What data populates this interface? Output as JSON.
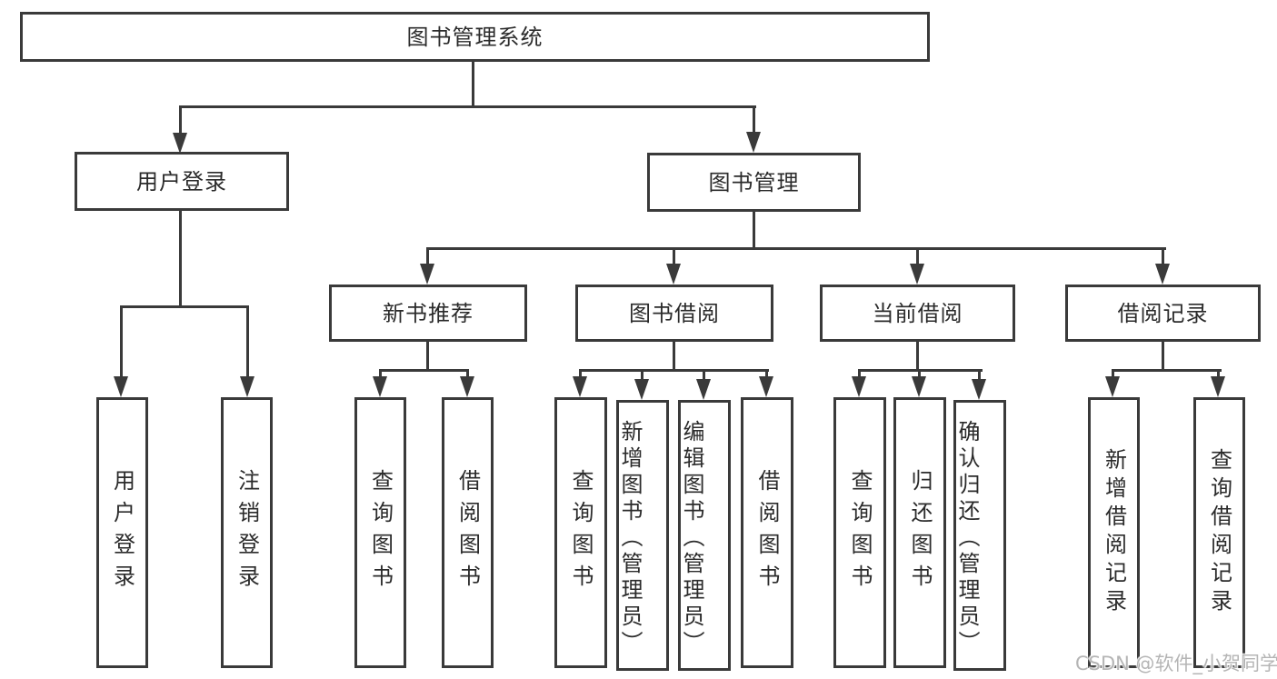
{
  "title": {
    "label": "图书管理系统"
  },
  "nodes": {
    "login": {
      "label": "用户登录"
    },
    "mgmt": {
      "label": "图书管理"
    },
    "newbook": {
      "label": "新书推荐"
    },
    "borrowing": {
      "label": "图书借阅"
    },
    "current": {
      "label": "当前借阅"
    },
    "records": {
      "label": "借阅记录"
    }
  },
  "leaves": {
    "login": [
      "用户登录",
      "注销登录"
    ],
    "newbook": [
      "查询图书",
      "借阅图书"
    ],
    "borrowing": [
      "查询图书",
      "新增图书（管理员）",
      "编辑图书（管理员）",
      "借阅图书"
    ],
    "current": [
      "查询图书",
      "归还图书",
      "确认归还（管理员）"
    ],
    "records": [
      "新增借阅记录",
      "查询借阅记录"
    ]
  },
  "watermark": {
    "text": "CSDN @软件_小贺同学"
  },
  "colors": {
    "line": "#3a3a3a",
    "text": "#2b2b2b",
    "watermark": "#b5b5b5",
    "background": "#ffffff"
  }
}
